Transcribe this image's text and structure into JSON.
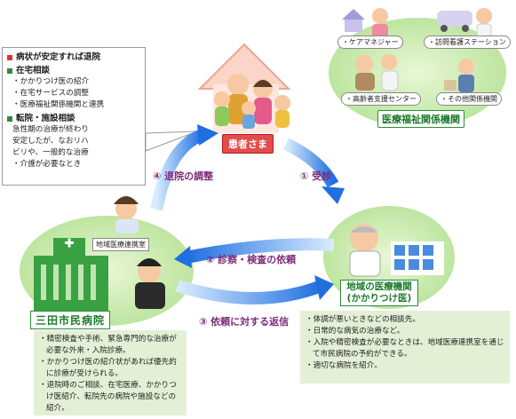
{
  "left_box": {
    "h1": "病状が安定すれば退院",
    "h2": "在宅相談",
    "h2_items": [
      "かかりつけ医の紹介",
      "在宅サービスの調整",
      "医療福祉関係機関と連携"
    ],
    "h3": "転院・施設相談",
    "h3_text": [
      "急性期の治療が終わり",
      "安定したが、なおリハ",
      "ビリや、一般的な治療",
      "・介護が必要なとき"
    ]
  },
  "patient_label": "患者さま",
  "welfare": {
    "items": [
      "ケアマネジャー",
      "訪問看護ステーション",
      "高齢者支援センター",
      "その他関係機関"
    ],
    "label": "医療福祉関係機関"
  },
  "clinic": {
    "label_line1": "地域の医療機関",
    "label_line2": "(かかりつけ医)"
  },
  "hospital": {
    "label": "三田市民病院",
    "desk_sign": "地域医療連携室"
  },
  "arrows": {
    "a1": "① 受診",
    "a2": "② 診察・検査の依頼",
    "a3": "③ 依頼に対する返信",
    "a4": "④ 退院の調整"
  },
  "clinic_notes": [
    "体調が悪いときなどの相談先。",
    "日常的な病気の治療など。",
    "入院や精密検査が必要なときは、地域医療連携室を通じて市民病院の予約ができる。",
    "適切な病院を紹介。"
  ],
  "hospital_notes": [
    "精密検査や手術、緊急専門的な治療が必要な外来・入院診療。",
    "かかりつけ医の紹介状があれば優先的に診療が受けられる。",
    "退院時のご相談、在宅医療、かかりつけ医紹介、転院先の病院や施設などの紹介。"
  ],
  "colors": {
    "green_label": "#2e8b3a",
    "red_label": "#e44b4b",
    "arrow_blue": "#2a7ae0",
    "arrow_text": "#7a2a7a"
  }
}
